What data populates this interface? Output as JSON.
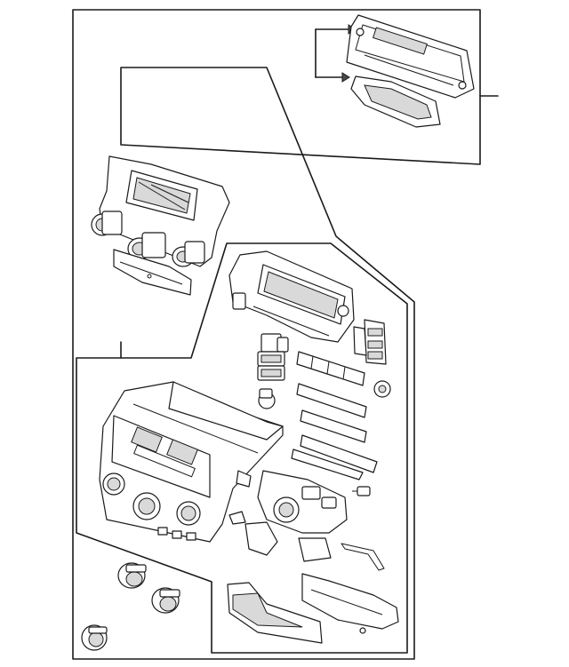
{
  "diagram": {
    "type": "exploded-parts-illustration",
    "colors": {
      "line": "#1a1a1a",
      "background": "#ffffff",
      "shade": "#d9d9d9"
    },
    "groups": [
      {
        "id": "display-bracket-group",
        "parts": [
          "display-bracket",
          "display-gasket"
        ]
      },
      {
        "id": "control-panel-group",
        "parts": [
          "control-panel-assembly",
          "panel-lower-plate"
        ]
      },
      {
        "id": "unit-main-group",
        "parts": [
          "center-panel-housing",
          "display-unit",
          "switch-blocks",
          "knobs",
          "harness-brackets"
        ]
      }
    ],
    "loose_parts": [
      "knob-large-1",
      "knob-large-2",
      "knob-small"
    ]
  }
}
